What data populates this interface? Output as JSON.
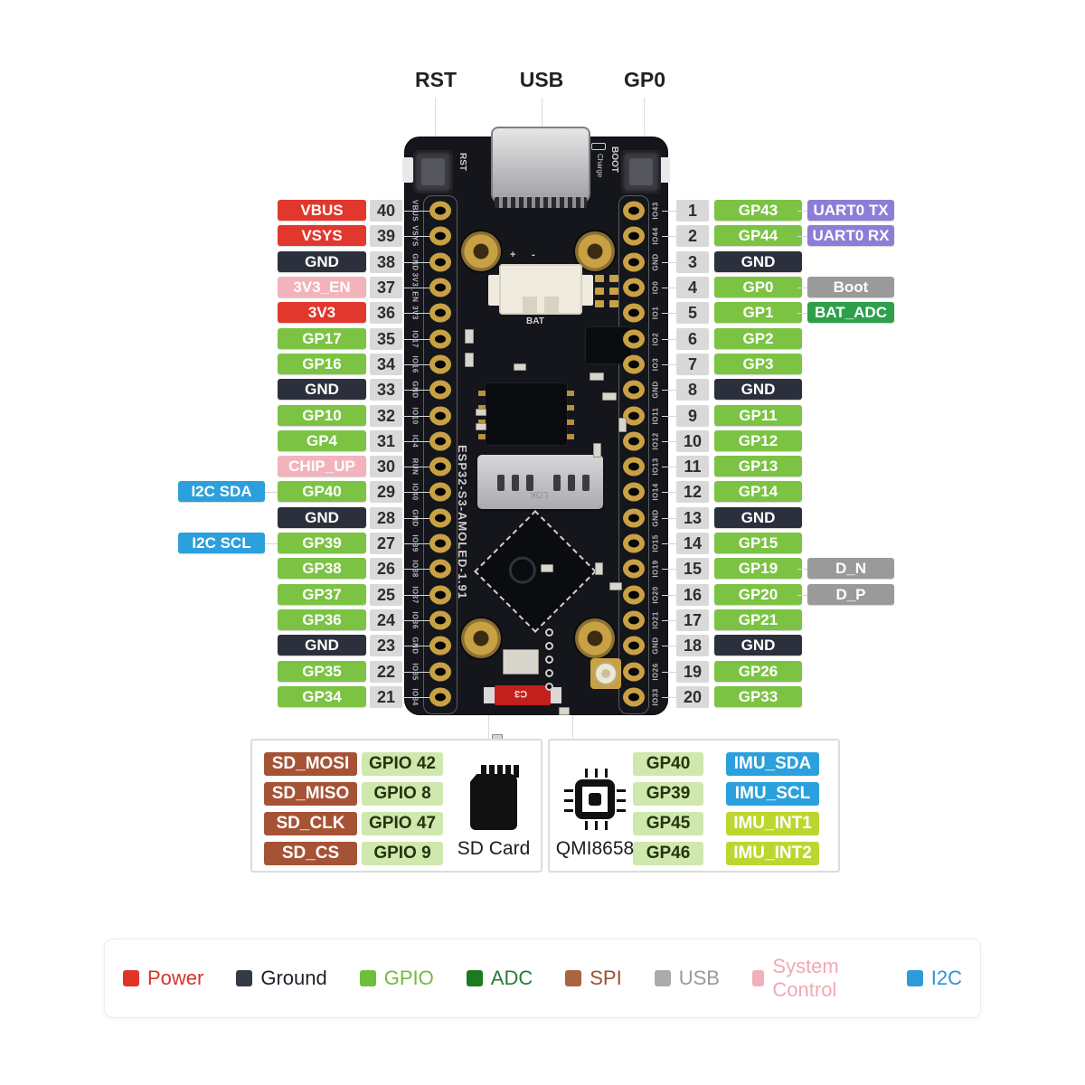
{
  "colors": {
    "power": "#e2372d",
    "ground": "#2b303c",
    "gpio": "#7cc344",
    "adc": "#2da04a",
    "spi": "#a65335",
    "usb_gray": "#9a9a9a",
    "sysctl": "#f3b3bc",
    "i2c": "#2ba0dc",
    "uart": "#8c7ed6",
    "value_green": "#cfe8ae",
    "lime": "#bdd62f",
    "num_bg": "#d9d9d9",
    "dark_text": "#26330e"
  },
  "top_labels": [
    {
      "label": "RST"
    },
    {
      "label": "USB"
    },
    {
      "label": "GP0"
    }
  ],
  "board_silk": {
    "model": "ESP32-S3-AMOLED-1.91",
    "rst": "RST",
    "boot": "BOOT",
    "charge": "Charge",
    "bat": "BAT",
    "c3": "C3",
    "lok": "LOK",
    "plus": "+",
    "minus": "-",
    "left": [
      "VBUS",
      "VSYS",
      "GND",
      "3V3_EN",
      "3V3",
      "IO17",
      "IO16",
      "GND",
      "IO10",
      "IO4",
      "RUN",
      "IO40",
      "GND",
      "IO39",
      "IO38",
      "IO37",
      "IO36",
      "GND",
      "IO35",
      "IO34"
    ],
    "right": [
      "IO43",
      "IO44",
      "GND",
      "IO0",
      "IO1",
      "IO2",
      "IO3",
      "GND",
      "IO11",
      "IO12",
      "IO13",
      "IO14",
      "GND",
      "IO15",
      "IO19",
      "IO20",
      "IO21",
      "GND",
      "IO26",
      "IO33"
    ]
  },
  "left_pins": [
    {
      "num": "40",
      "label": "VBUS",
      "type": "power"
    },
    {
      "num": "39",
      "label": "VSYS",
      "type": "power"
    },
    {
      "num": "38",
      "label": "GND",
      "type": "ground"
    },
    {
      "num": "37",
      "label": "3V3_EN",
      "type": "sysctl"
    },
    {
      "num": "36",
      "label": "3V3",
      "type": "power"
    },
    {
      "num": "35",
      "label": "GP17",
      "type": "gpio"
    },
    {
      "num": "34",
      "label": "GP16",
      "type": "gpio"
    },
    {
      "num": "33",
      "label": "GND",
      "type": "ground"
    },
    {
      "num": "32",
      "label": "GP10",
      "type": "gpio"
    },
    {
      "num": "31",
      "label": "GP4",
      "type": "gpio"
    },
    {
      "num": "30",
      "label": "CHIP_UP",
      "type": "sysctl"
    },
    {
      "num": "29",
      "label": "GP40",
      "type": "gpio",
      "side": "I2C SDA",
      "side_type": "i2c"
    },
    {
      "num": "28",
      "label": "GND",
      "type": "ground"
    },
    {
      "num": "27",
      "label": "GP39",
      "type": "gpio",
      "side": "I2C SCL",
      "side_type": "i2c"
    },
    {
      "num": "26",
      "label": "GP38",
      "type": "gpio"
    },
    {
      "num": "25",
      "label": "GP37",
      "type": "gpio"
    },
    {
      "num": "24",
      "label": "GP36",
      "type": "gpio"
    },
    {
      "num": "23",
      "label": "GND",
      "type": "ground"
    },
    {
      "num": "22",
      "label": "GP35",
      "type": "gpio"
    },
    {
      "num": "21",
      "label": "GP34",
      "type": "gpio"
    }
  ],
  "right_pins": [
    {
      "num": "1",
      "label": "GP43",
      "type": "gpio",
      "side": "UART0 TX",
      "side_type": "uart"
    },
    {
      "num": "2",
      "label": "GP44",
      "type": "gpio",
      "side": "UART0 RX",
      "side_type": "uart"
    },
    {
      "num": "3",
      "label": "GND",
      "type": "ground"
    },
    {
      "num": "4",
      "label": "GP0",
      "type": "gpio",
      "side": "Boot",
      "side_type": "usb_gray"
    },
    {
      "num": "5",
      "label": "GP1",
      "type": "gpio",
      "side": "BAT_ADC",
      "side_type": "adc"
    },
    {
      "num": "6",
      "label": "GP2",
      "type": "gpio"
    },
    {
      "num": "7",
      "label": "GP3",
      "type": "gpio"
    },
    {
      "num": "8",
      "label": "GND",
      "type": "ground"
    },
    {
      "num": "9",
      "label": "GP11",
      "type": "gpio"
    },
    {
      "num": "10",
      "label": "GP12",
      "type": "gpio"
    },
    {
      "num": "11",
      "label": "GP13",
      "type": "gpio"
    },
    {
      "num": "12",
      "label": "GP14",
      "type": "gpio"
    },
    {
      "num": "13",
      "label": "GND",
      "type": "ground"
    },
    {
      "num": "14",
      "label": "GP15",
      "type": "gpio"
    },
    {
      "num": "15",
      "label": "GP19",
      "type": "gpio",
      "side": "D_N",
      "side_type": "usb_gray"
    },
    {
      "num": "16",
      "label": "GP20",
      "type": "gpio",
      "side": "D_P",
      "side_type": "usb_gray"
    },
    {
      "num": "17",
      "label": "GP21",
      "type": "gpio"
    },
    {
      "num": "18",
      "label": "GND",
      "type": "ground"
    },
    {
      "num": "19",
      "label": "GP26",
      "type": "gpio"
    },
    {
      "num": "20",
      "label": "GP33",
      "type": "gpio"
    }
  ],
  "sd_table": {
    "caption": "SD Card",
    "rows": [
      {
        "signal": "SD_MOSI",
        "pin": "GPIO 42"
      },
      {
        "signal": "SD_MISO",
        "pin": "GPIO 8"
      },
      {
        "signal": "SD_CLK",
        "pin": "GPIO 47"
      },
      {
        "signal": "SD_CS",
        "pin": "GPIO 9"
      }
    ]
  },
  "imu_table": {
    "caption": "QMI8658",
    "rows": [
      {
        "pin": "GP40",
        "signal": "IMU_SDA",
        "type": "i2c"
      },
      {
        "pin": "GP39",
        "signal": "IMU_SCL",
        "type": "i2c"
      },
      {
        "pin": "GP45",
        "signal": "IMU_INT1",
        "type": "lime"
      },
      {
        "pin": "GP46",
        "signal": "IMU_INT2",
        "type": "lime"
      }
    ]
  },
  "legend": [
    {
      "label": "Power",
      "swatch": "#e0342a",
      "text": "#d4342a"
    },
    {
      "label": "Ground",
      "swatch": "#333a47",
      "text": "#1d222b"
    },
    {
      "label": "GPIO",
      "swatch": "#6bbf3d",
      "text": "#74b940"
    },
    {
      "label": "ADC",
      "swatch": "#1e7a1e",
      "text": "#2b7a33"
    },
    {
      "label": "SPI",
      "swatch": "#a9653f",
      "text": "#9c5030"
    },
    {
      "label": "USB",
      "swatch": "#ababab",
      "text": "#9a9a9a"
    },
    {
      "label": "System Control",
      "swatch": "#f2b0ba",
      "text": "#f0a9b3"
    },
    {
      "label": "I2C",
      "swatch": "#2e9ad9",
      "text": "#2b94d6"
    }
  ]
}
